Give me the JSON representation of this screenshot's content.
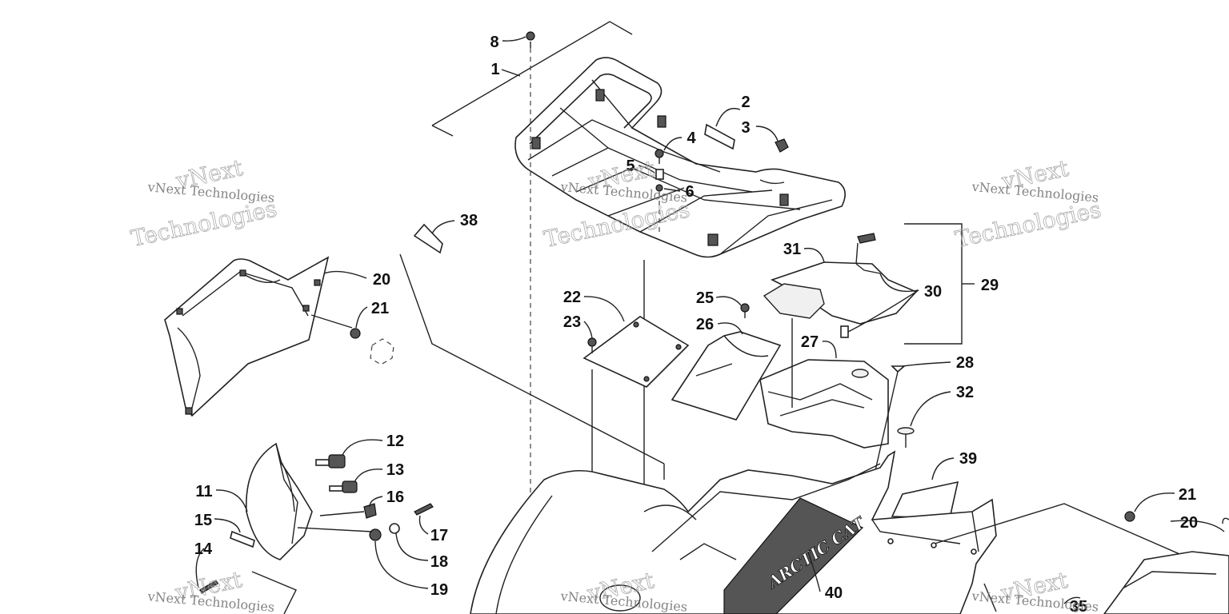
{
  "watermark": {
    "line1": "vNext Technologies",
    "line2": "vNext",
    "line3": "Technologies"
  },
  "logo_text": "ARCTIC CAT",
  "callouts": [
    {
      "id": "c1",
      "label": "1"
    },
    {
      "id": "c2",
      "label": "2"
    },
    {
      "id": "c3",
      "label": "3"
    },
    {
      "id": "c4",
      "label": "4"
    },
    {
      "id": "c5",
      "label": "5"
    },
    {
      "id": "c6",
      "label": "6"
    },
    {
      "id": "c8",
      "label": "8"
    },
    {
      "id": "c11",
      "label": "11"
    },
    {
      "id": "c12",
      "label": "12"
    },
    {
      "id": "c13",
      "label": "13"
    },
    {
      "id": "c14",
      "label": "14"
    },
    {
      "id": "c15",
      "label": "15"
    },
    {
      "id": "c16",
      "label": "16"
    },
    {
      "id": "c17",
      "label": "17"
    },
    {
      "id": "c18",
      "label": "18"
    },
    {
      "id": "c19",
      "label": "19"
    },
    {
      "id": "c20a",
      "label": "20"
    },
    {
      "id": "c20b",
      "label": "20"
    },
    {
      "id": "c21a",
      "label": "21"
    },
    {
      "id": "c21b",
      "label": "21"
    },
    {
      "id": "c22",
      "label": "22"
    },
    {
      "id": "c23",
      "label": "23"
    },
    {
      "id": "c25",
      "label": "25"
    },
    {
      "id": "c26",
      "label": "26"
    },
    {
      "id": "c27",
      "label": "27"
    },
    {
      "id": "c28",
      "label": "28"
    },
    {
      "id": "c29",
      "label": "29"
    },
    {
      "id": "c30",
      "label": "30"
    },
    {
      "id": "c31",
      "label": "31"
    },
    {
      "id": "c32",
      "label": "32"
    },
    {
      "id": "c35",
      "label": "35"
    },
    {
      "id": "c38",
      "label": "38"
    },
    {
      "id": "c39",
      "label": "39"
    },
    {
      "id": "c40",
      "label": "40"
    }
  ]
}
